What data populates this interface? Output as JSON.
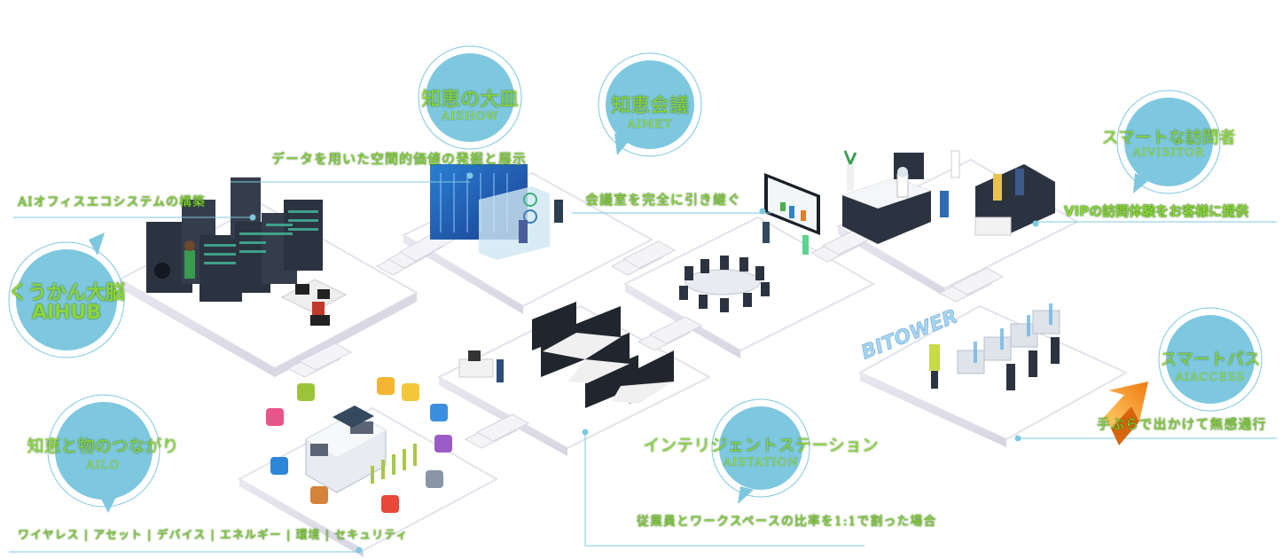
{
  "bubbles": {
    "aihub": {
      "title": "くうかん大脳",
      "code": "AIHUB"
    },
    "aishow": {
      "title": "知恵の大皿",
      "code": "AISHOW"
    },
    "aimet": {
      "title": "知恵会議",
      "code": "AIMET"
    },
    "aivisitor": {
      "title": "スマートな訪問者",
      "code": "AIVISITOR"
    },
    "aiaccess": {
      "title": "スマートパス",
      "code": "AIACCESS"
    },
    "aistation": {
      "title": "インテリジェントステーション",
      "code": "AISTATION"
    },
    "ailo": {
      "title": "知恵と物のつながり",
      "code": "AILO"
    }
  },
  "captions": {
    "aihub": "AIオフィスエコシステムの構築",
    "aishow": "データを用いた空間的価値の発掘と展示",
    "aimet": "会議室を完全に引き継ぐ",
    "aivisitor": "VIPの訪問体験をお客様に提供",
    "aiaccess": "手ぶらで出かけて無感通行",
    "aistation": "従業員とワークスペースの比率を1:1で割った場合",
    "ailo": "ワイヤレス | アセット | デバイス | エネルギー | 環境 | セキュリティ"
  },
  "building_sign": "BITOWER",
  "colors": {
    "bubble": "#7ec8df",
    "label": "#8cd43a",
    "floor": "#ffffff",
    "floor_edge": "#e3e2ec",
    "server": "#2c3340",
    "accent_orange": "#f28a1e"
  }
}
